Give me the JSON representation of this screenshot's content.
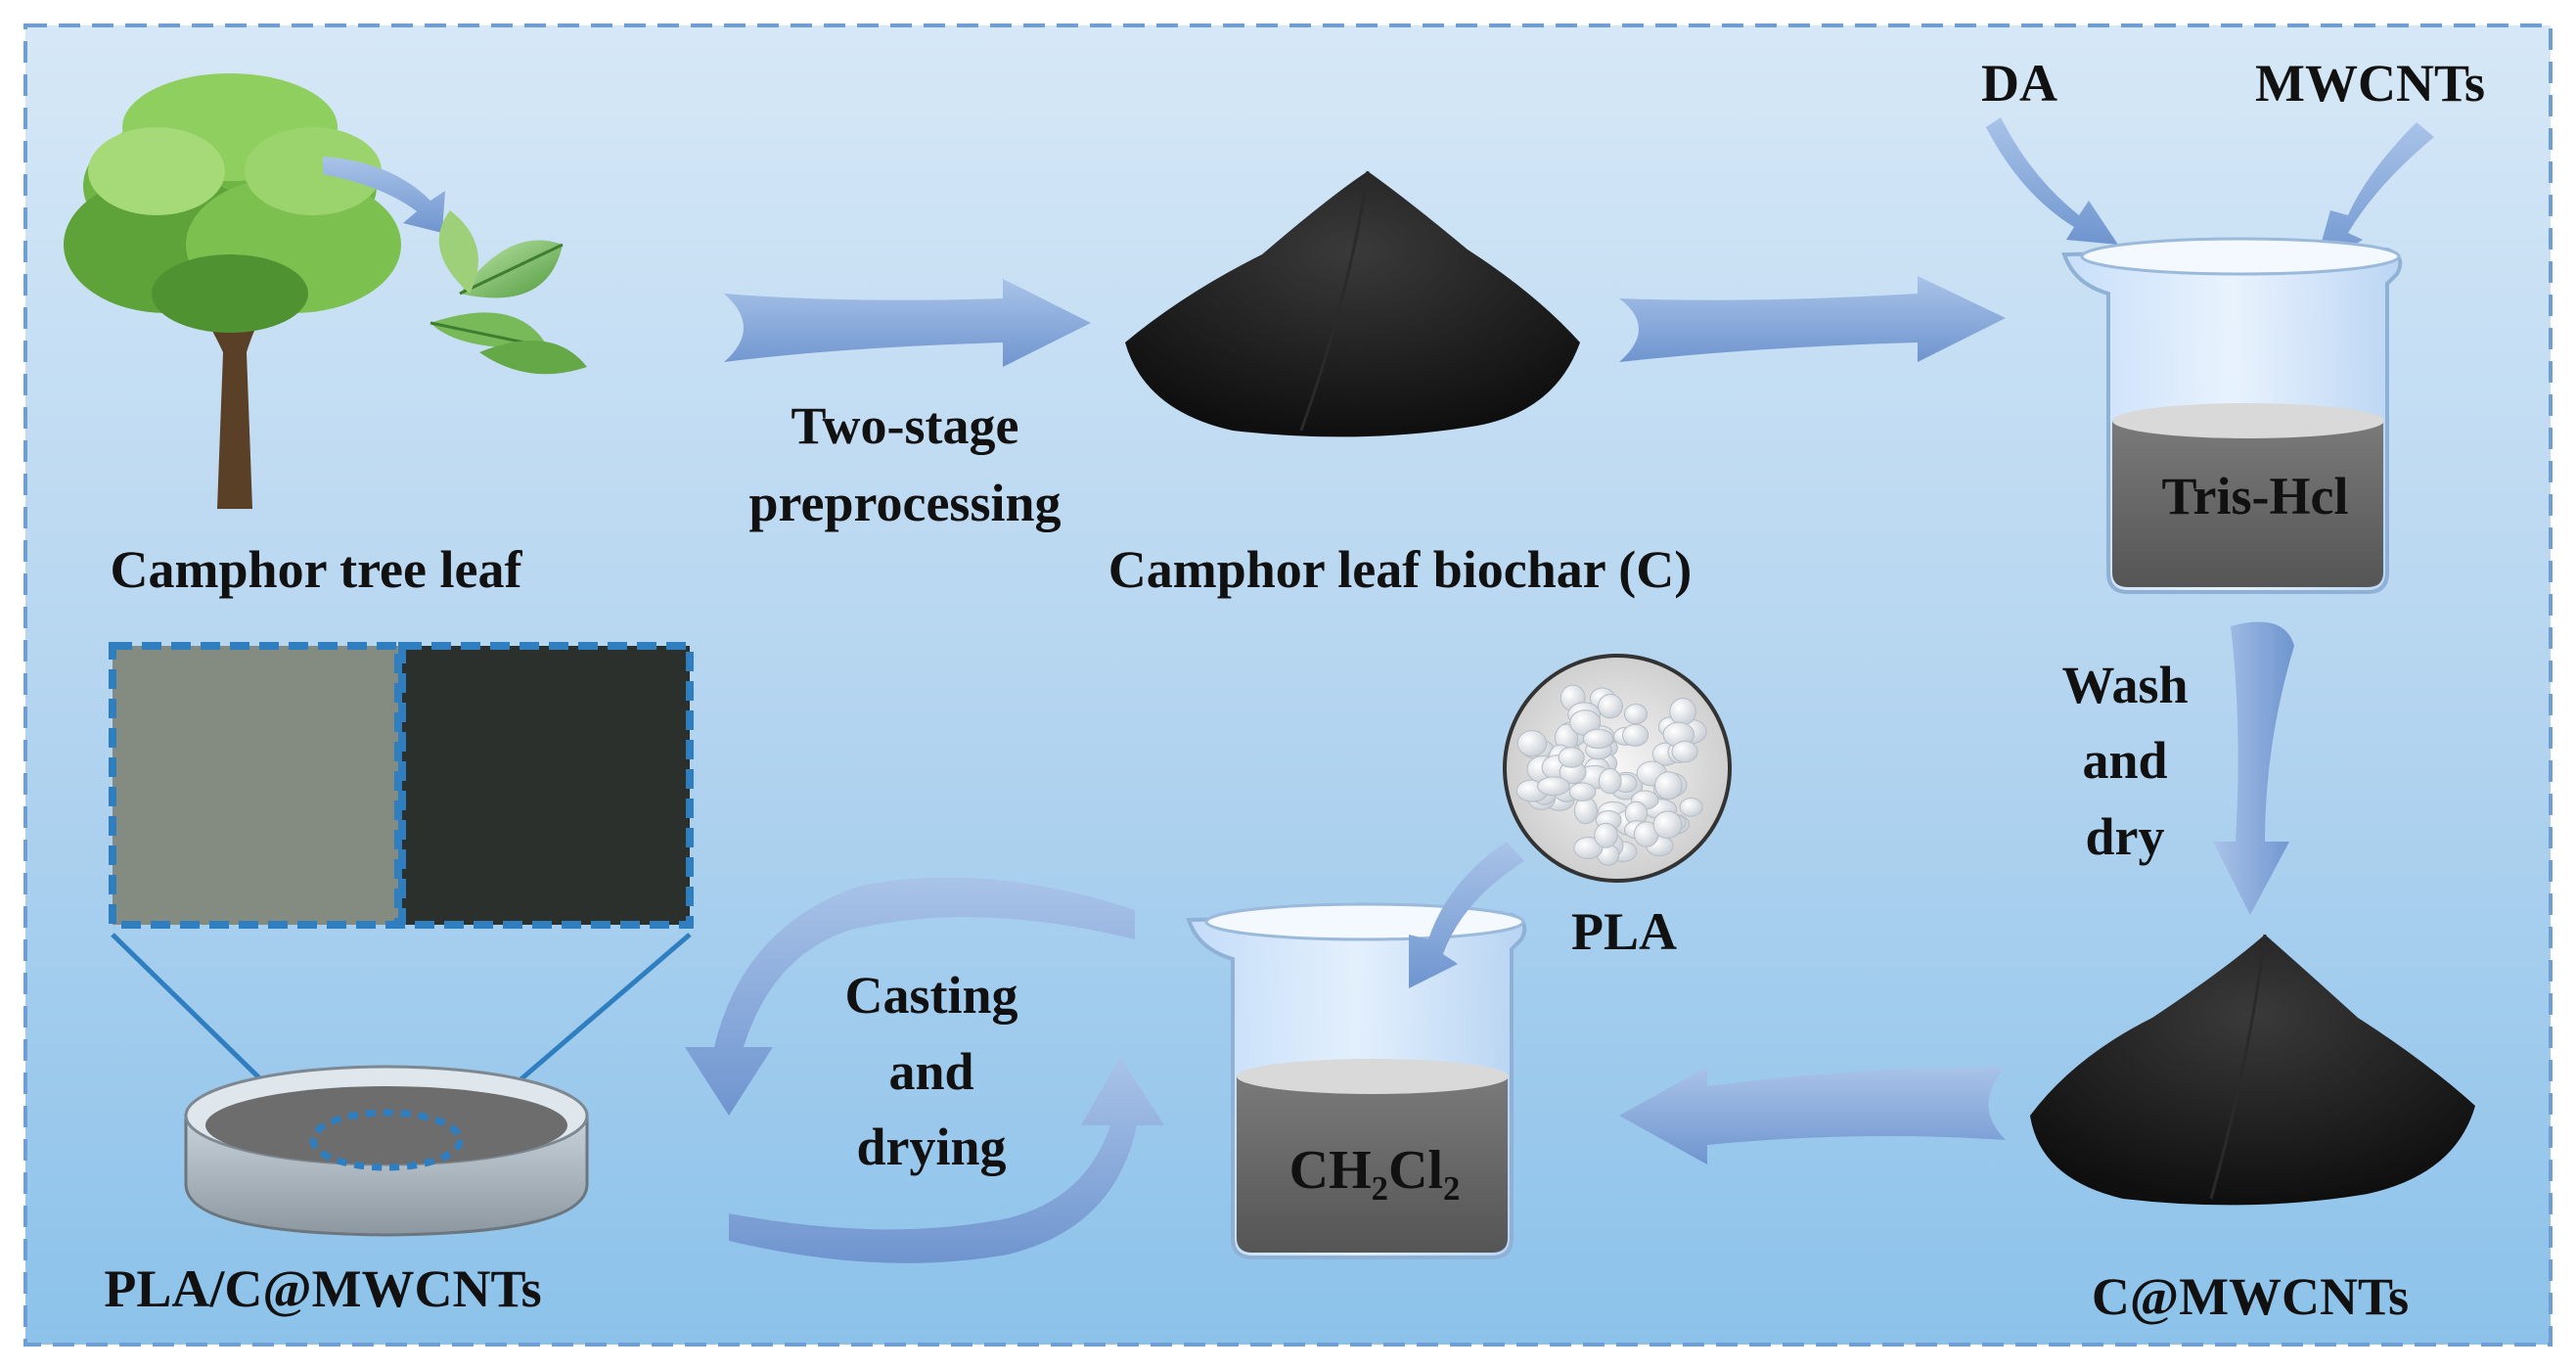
{
  "labels": {
    "camphor_tree_leaf": "Camphor tree leaf",
    "two_stage": "Two-stage",
    "preprocessing": "preprocessing",
    "camphor_leaf_biochar": "Camphor leaf biochar (C)",
    "da": "DA",
    "mwcnts": "MWCNTs",
    "tris_hcl": "Tris-Hcl",
    "wash": "Wash",
    "and_1": "and",
    "dry": "dry",
    "c_mwcnts": "C@MWCNTs",
    "pla": "PLA",
    "ch2cl2_ch": "CH",
    "ch2cl2_sub1": "2",
    "ch2cl2_cl": "Cl",
    "ch2cl2_sub2": "2",
    "casting": "Casting",
    "and_2": "and",
    "drying": "drying",
    "pla_c_mwcnts": "PLA/C@MWCNTs"
  },
  "colors": {
    "background_top": "#d3e6f7",
    "background_bottom": "#8fc4ea",
    "arrow": "#7fa3d6",
    "border_dash": "#6f9fd2",
    "biochar": "#1a1a1a",
    "tris_hcl_liquid": "#6b6b6b",
    "zoom_lines": "#2f7fc0"
  },
  "icons": {
    "tree": "tree-icon",
    "leaves": "leaves-icon",
    "powder": "powder-pile-icon",
    "beaker": "beaker-icon",
    "pellets": "pla-pellets-icon",
    "dish": "petri-dish-icon",
    "film": "film-sample-icon"
  }
}
